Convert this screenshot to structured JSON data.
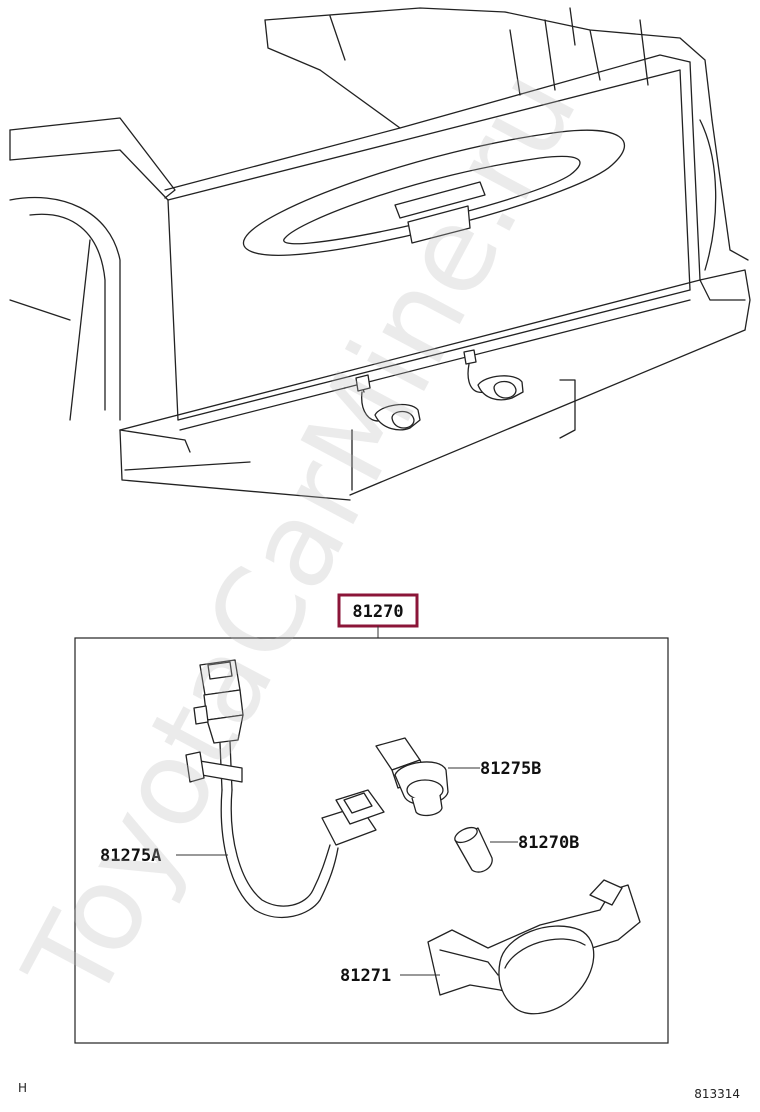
{
  "title_part": "81270",
  "parts": {
    "p81275a": "81275A",
    "p81275b": "81275B",
    "p81270b": "81270B",
    "p81271": "81271"
  },
  "footer": {
    "left_mark": "H",
    "figure_number": "813314"
  },
  "watermark": "ToyotaCarMine.ru",
  "colors": {
    "highlight_box": "#8b1538",
    "line": "#222222",
    "watermark": "#bbbbbb"
  }
}
